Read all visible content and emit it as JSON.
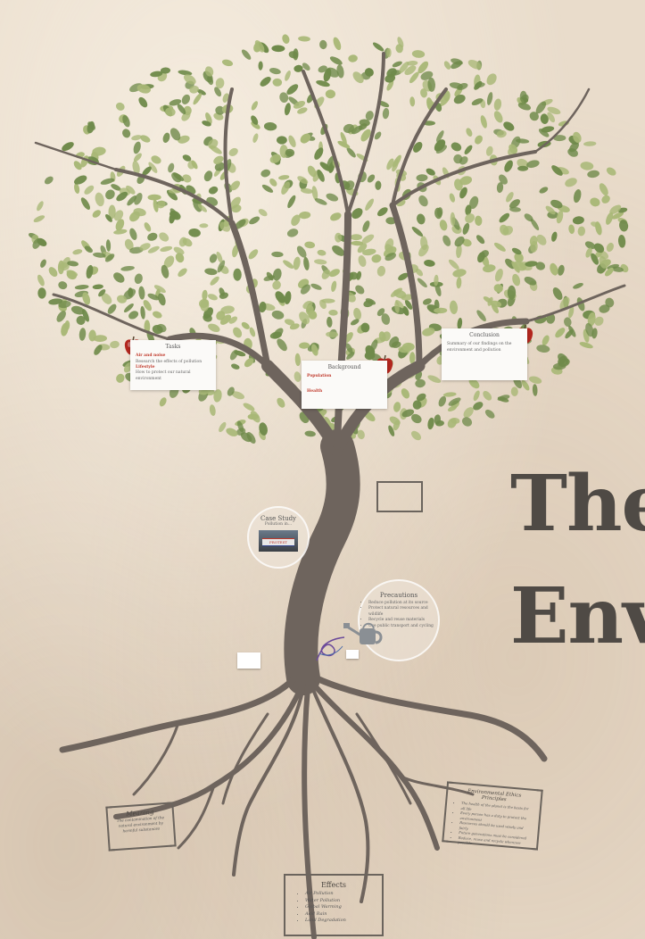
{
  "title": {
    "line1": "The",
    "line2": "Env"
  },
  "cards": {
    "tasks": {
      "heading": "Tasks",
      "items": [
        "Air and noise",
        "Research the effects of pollution",
        "Lifestyle",
        "How to protect our natural environment"
      ]
    },
    "background": {
      "heading": "Background",
      "items": [
        "Population",
        "Health"
      ]
    },
    "conclusion": {
      "heading": "Conclusion",
      "items": [
        "Summary of our findings on the environment and pollution"
      ]
    }
  },
  "case_study": {
    "heading": "Case Study",
    "sub": "Pollution in...",
    "photo_caption": "PROTEST"
  },
  "precautions": {
    "heading": "Precautions",
    "items": [
      "Reduce pollution at its source",
      "Protect natural resources and wildlife",
      "Recycle and reuse materials",
      "Use public transport and cycling"
    ]
  },
  "meaning": {
    "heading": "Meaning",
    "text": "The contamination of the natural environment by harmful substances"
  },
  "effects": {
    "heading": "Effects",
    "items": [
      "Air Pollution",
      "Water Pollution",
      "Global Warming",
      "Acid Rain",
      "Land Degradation"
    ]
  },
  "principles": {
    "heading": "Environmental Ethics Principles",
    "items": [
      "The health of the planet is the basis for all life",
      "Every person has a duty to protect the environment",
      "Resources should be used wisely and fairly",
      "Future generations must be considered",
      "Reduce, reuse and recycle wherever possible"
    ]
  },
  "colors": {
    "trunk": "#6e645d",
    "leaf_dark": "#6f8a4a",
    "leaf_light": "#a9b877",
    "apple": "#b3261e"
  },
  "icons": [
    "apple-icon",
    "watering-can-icon"
  ]
}
